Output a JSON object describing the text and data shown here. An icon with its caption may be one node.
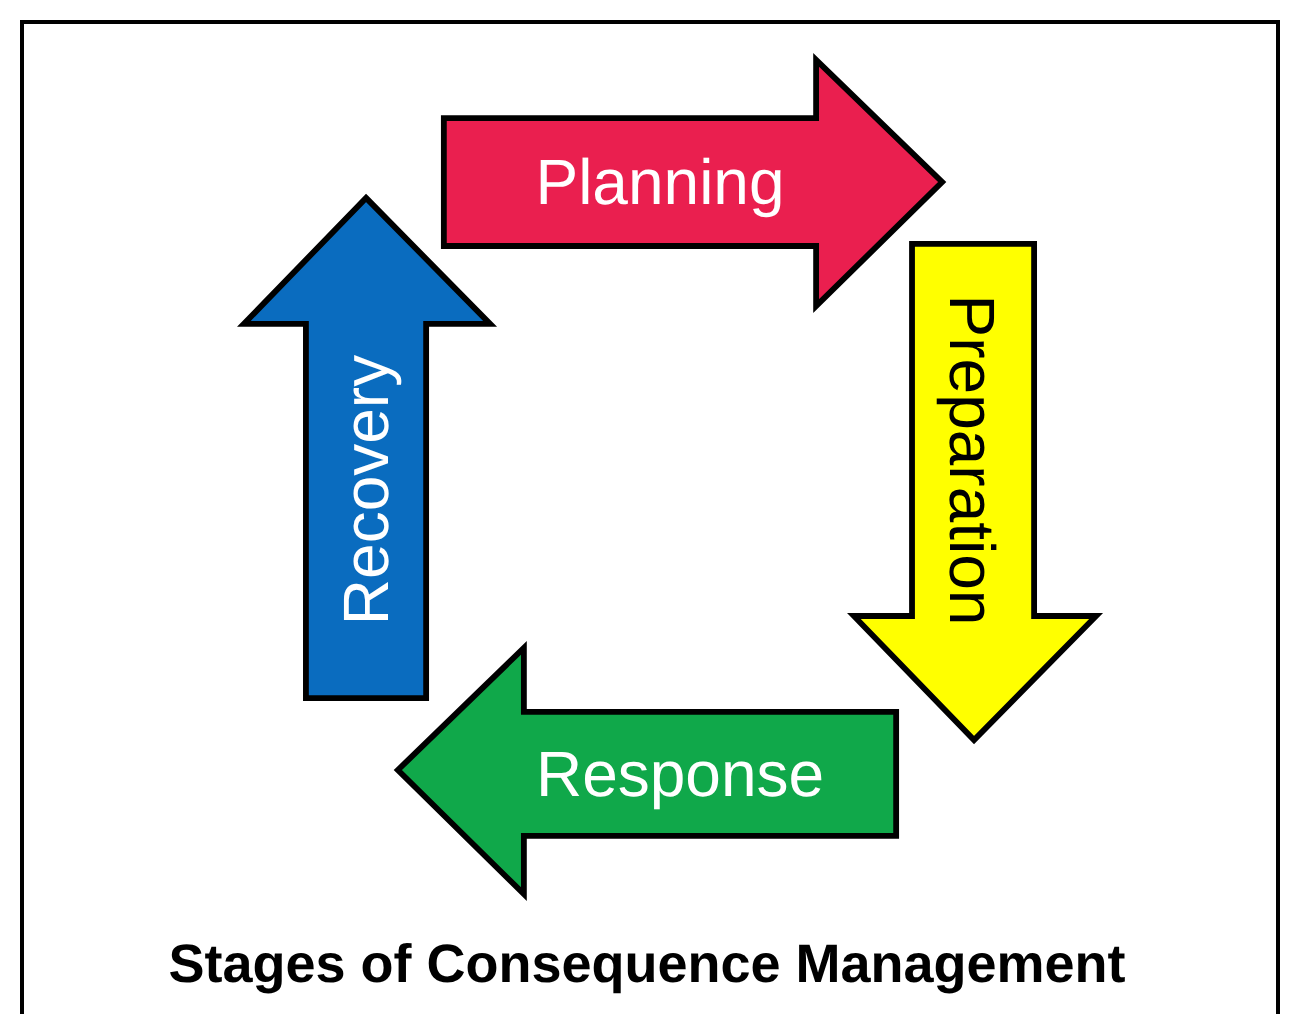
{
  "diagram": {
    "caption": "Stages of Consequence Management",
    "nodes": [
      {
        "text": [
          "Planning"
        ]
      },
      {
        "text": [
          "Preparation"
        ]
      },
      {
        "text": [
          "Response"
        ]
      },
      {
        "text": [
          "Recovery"
        ]
      }
    ]
  }
}
